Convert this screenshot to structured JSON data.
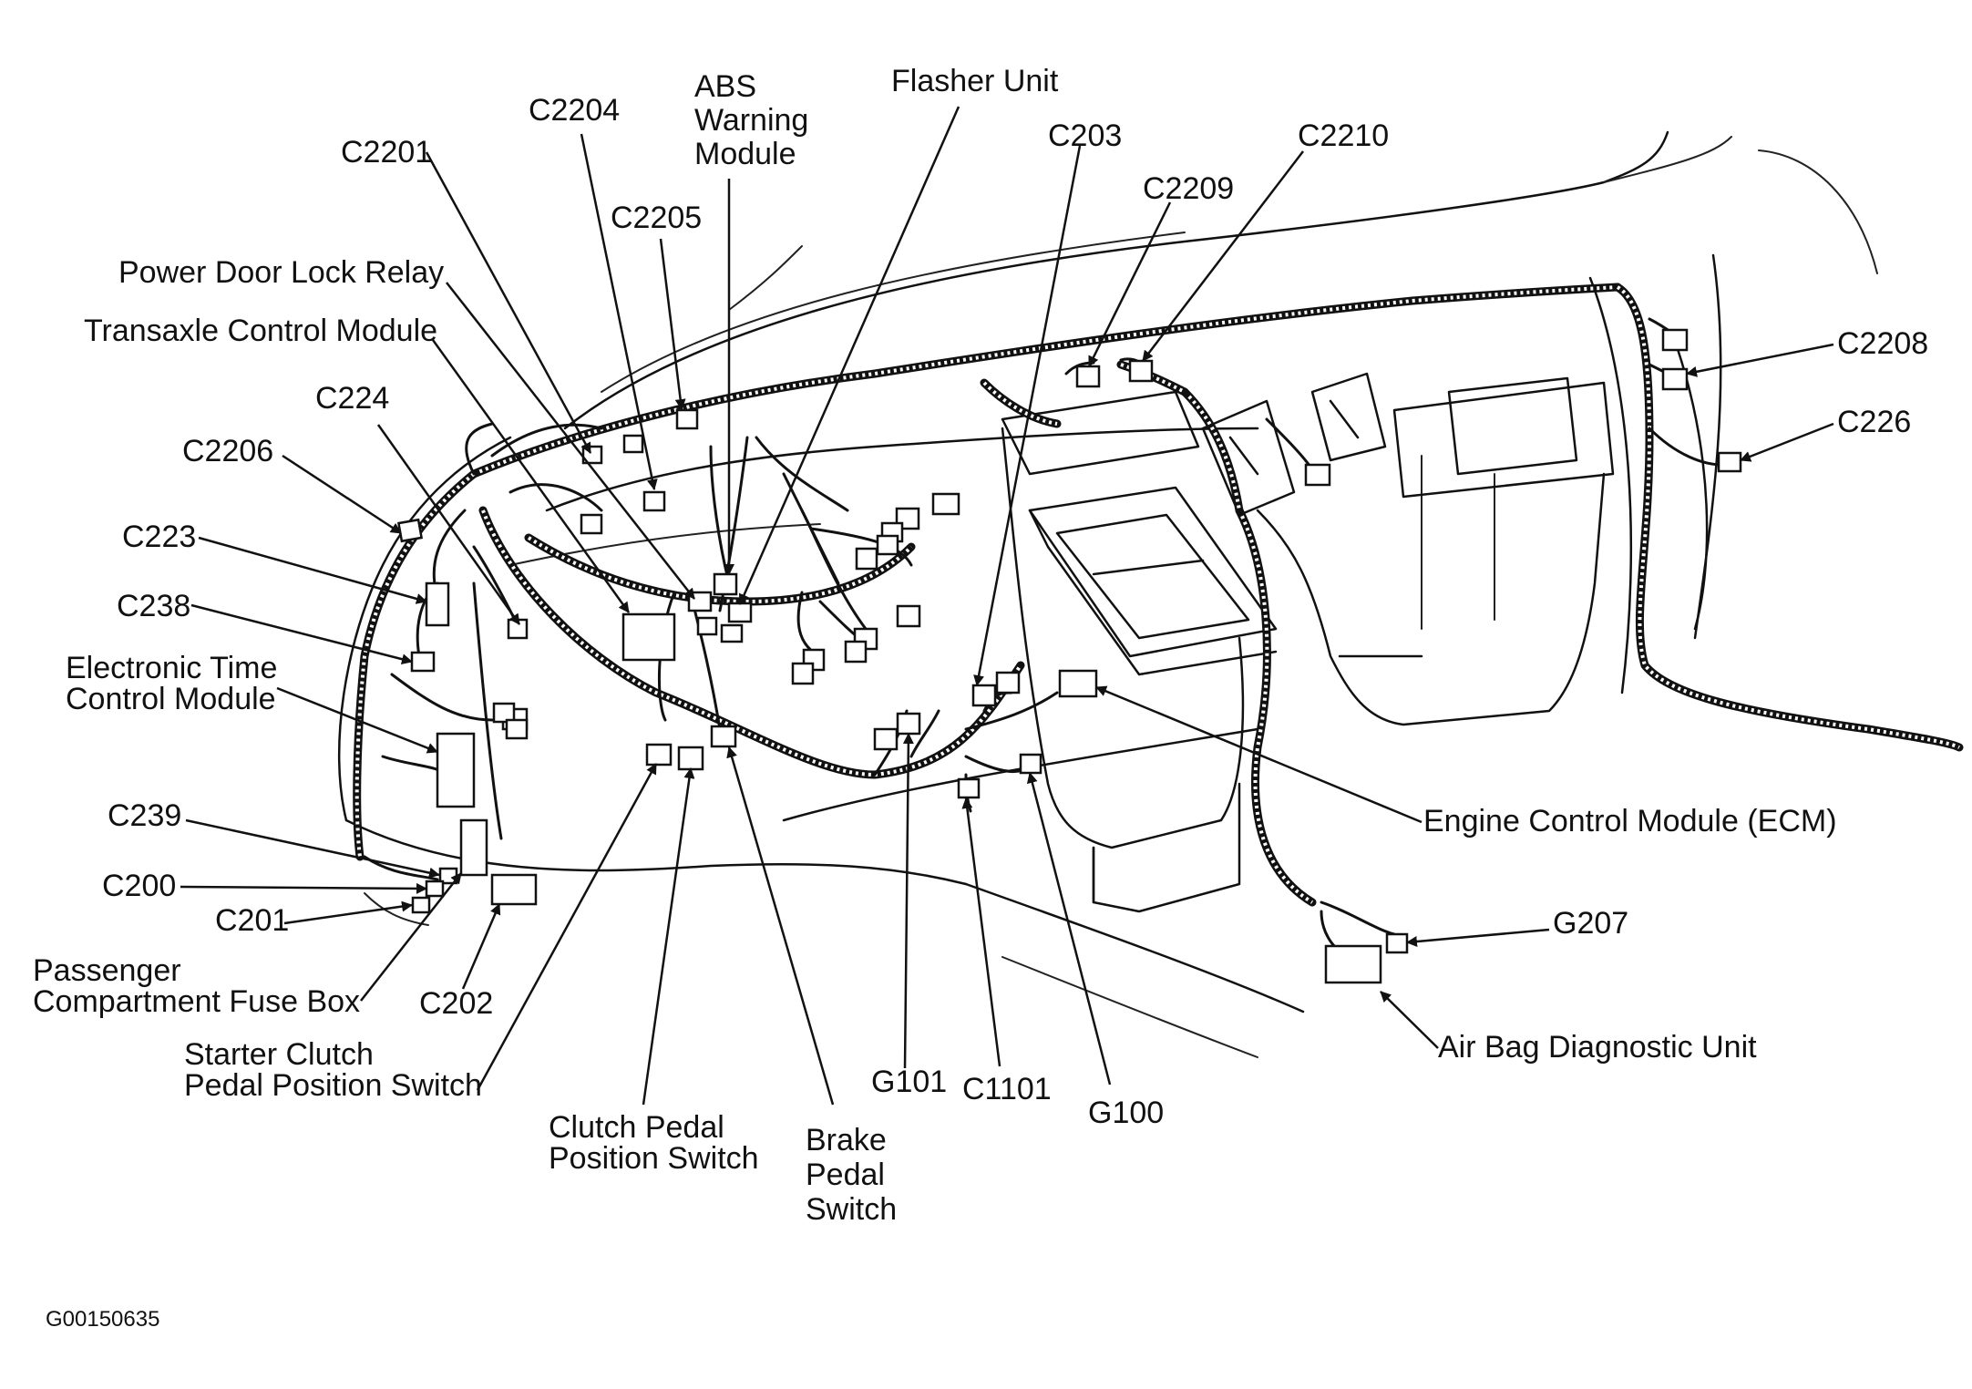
{
  "figure_code": "G00150635",
  "labels": {
    "abs_warning_module": [
      "ABS",
      "Warning",
      "Module"
    ],
    "flasher_unit": "Flasher Unit",
    "c2204": "C2204",
    "c2201": "C2201",
    "c2205": "C2205",
    "power_door_lock_relay": "Power Door Lock Relay",
    "transaxle_control_module": "Transaxle Control Module",
    "c224": "C224",
    "c2206": "C2206",
    "c223": "C223",
    "c238": "C238",
    "electronic_time_control_module": [
      "Electronic Time",
      "Control Module"
    ],
    "c239": "C239",
    "c200": "C200",
    "c201": "C201",
    "passenger_compartment_fuse_box": [
      "Passenger",
      "Compartment Fuse Box"
    ],
    "c202": "C202",
    "starter_clutch_pedal_position_switch": [
      "Starter Clutch",
      "Pedal Position Switch"
    ],
    "clutch_pedal_position_switch": [
      "Clutch Pedal",
      "Position Switch"
    ],
    "brake_pedal_switch": [
      "Brake",
      "Pedal",
      "Switch"
    ],
    "g101": "G101",
    "c1101": "C1101",
    "g100": "G100",
    "c203": "C203",
    "c2209": "C2209",
    "c2210": "C2210",
    "c2208": "C2208",
    "c226": "C226",
    "engine_control_module": "Engine Control Module (ECM)",
    "g207": "G207",
    "air_bag_diagnostic_unit": "Air Bag Diagnostic Unit"
  }
}
